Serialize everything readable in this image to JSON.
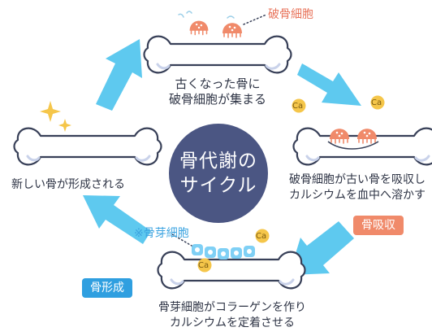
{
  "center": {
    "line1": "骨代謝の",
    "line2": "サイクル"
  },
  "stages": {
    "gather": {
      "line1": "古くなった骨に",
      "line2": "破骨細胞が集まる"
    },
    "resorb": {
      "line1": "破骨細胞が古い骨を吸収し",
      "line2": "カルシウムを血中へ溶かす"
    },
    "deposit": {
      "line1": "骨芽細胞がコラーゲンを作り",
      "line2": "カルシウムを定着させる"
    },
    "new_bone": {
      "label": "新しい骨が形成される"
    }
  },
  "labels": {
    "osteoclast": "破骨細胞",
    "osteoblast": "※骨芽細胞",
    "calcium": "Ca"
  },
  "badges": {
    "resorption": "骨吸収",
    "formation": "骨形成"
  },
  "colors": {
    "arrow": "#5ec9ef",
    "center": "#4b5683",
    "osteoclast": "#f08a6a",
    "osteoblast": "#7fd0f5",
    "calcium": "#f5c64a",
    "resorption_badge": "#f08a6a",
    "formation_badge": "#2f9fe0"
  }
}
